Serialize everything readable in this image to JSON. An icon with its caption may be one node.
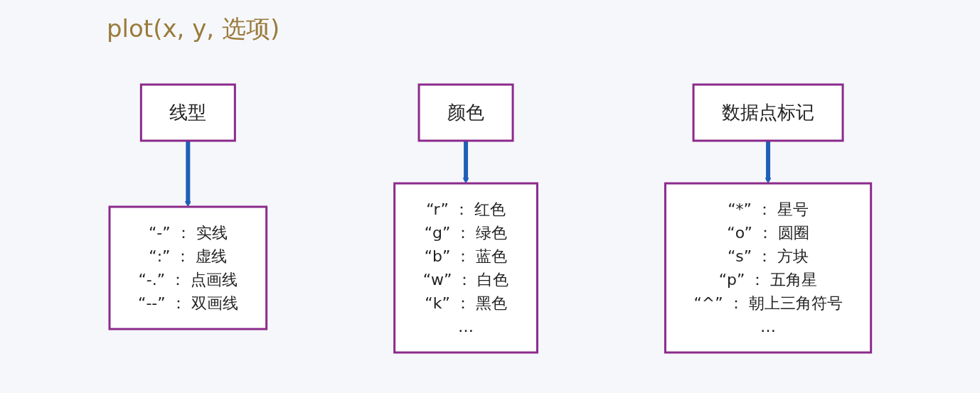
{
  "diagram": {
    "title": "plot(x, y, 选项)",
    "nodes": [
      {
        "text": [
          "线型"
        ]
      },
      {
        "text": [
          "颜色"
        ]
      },
      {
        "text": [
          "数据点标记"
        ]
      },
      {
        "text": [
          "“-” ： 实线",
          "“:” ： 虚线",
          "“-.” ： 点画线",
          "“--” ： 双画线"
        ]
      },
      {
        "text": [
          "“r” ： 红色",
          "“g” ： 绿色",
          "“b” ： 蓝色",
          "“w” ： 白色",
          "“k” ： 黑色",
          "…"
        ]
      },
      {
        "text": [
          "“*” ： 星号",
          "“o” ： 圆圈",
          "“s” ： 方块",
          "“p” ： 五角星",
          "“^” ： 朝上三角符号",
          "…"
        ]
      }
    ],
    "edges": [
      {
        "from": 0,
        "to": 3,
        "arrow": "to"
      },
      {
        "from": 1,
        "to": 4,
        "arrow": "to"
      },
      {
        "from": 2,
        "to": 5,
        "arrow": "to"
      }
    ]
  }
}
